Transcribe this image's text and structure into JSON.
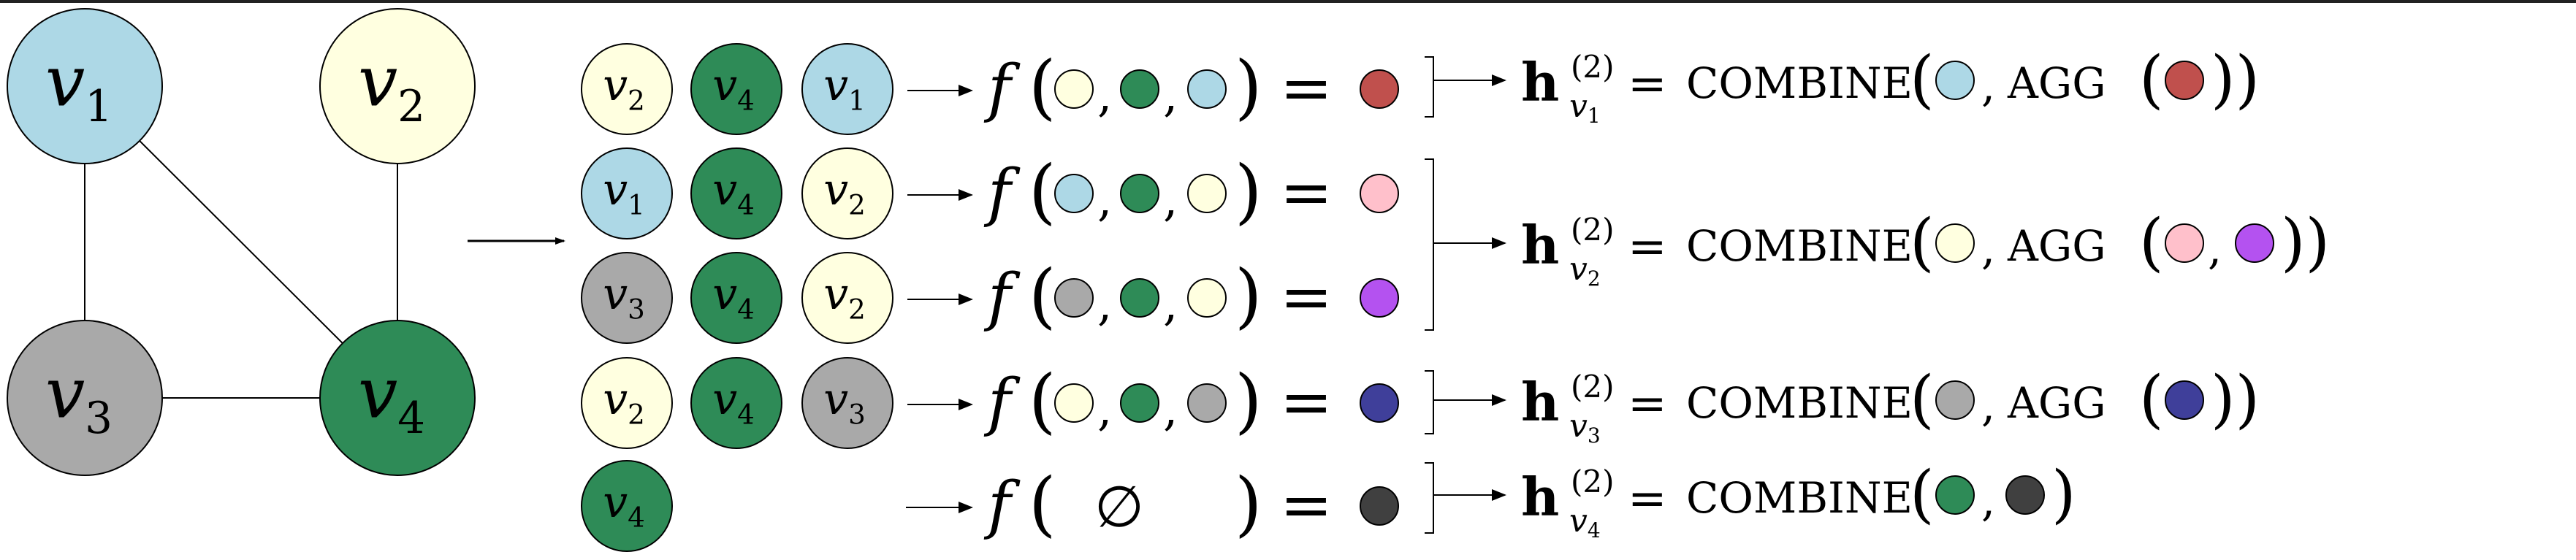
{
  "colors": {
    "v1": "#add8e6",
    "v2": "#ffffe0",
    "v3": "#a9a9a9",
    "v4": "#2e8b57",
    "m1": "#c0504d",
    "m2": "#ffc0cb",
    "m3": "#b452f0",
    "m4": "#3f3f9a",
    "m5": "#404040"
  },
  "graph": {
    "nodes": [
      {
        "id": "v1",
        "sym": "v",
        "sub": "1"
      },
      {
        "id": "v2",
        "sym": "v",
        "sub": "2"
      },
      {
        "id": "v3",
        "sym": "v",
        "sub": "3"
      },
      {
        "id": "v4",
        "sym": "v",
        "sub": "4"
      }
    ],
    "edges": [
      [
        "v1",
        "v3"
      ],
      [
        "v1",
        "v4"
      ],
      [
        "v2",
        "v4"
      ],
      [
        "v3",
        "v4"
      ]
    ]
  },
  "rows": [
    {
      "tuple": [
        "v2",
        "v4",
        "v1"
      ],
      "f_args": [
        "v2",
        "v4",
        "v1"
      ],
      "result": "m1"
    },
    {
      "tuple": [
        "v1",
        "v4",
        "v2"
      ],
      "f_args": [
        "v1",
        "v4",
        "v2"
      ],
      "result": "m2"
    },
    {
      "tuple": [
        "v3",
        "v4",
        "v2"
      ],
      "f_args": [
        "v3",
        "v4",
        "v2"
      ],
      "result": "m3"
    },
    {
      "tuple": [
        "v2",
        "v4",
        "v3"
      ],
      "f_args": [
        "v2",
        "v4",
        "v3"
      ],
      "result": "m4"
    },
    {
      "tuple": [
        "v4"
      ],
      "f_args": [],
      "result": "m5"
    }
  ],
  "labels": {
    "f": "f",
    "empty_set": "∅",
    "equals": "=",
    "comma": ",",
    "combine": "COMBINE",
    "agg": "AGG",
    "h": "h",
    "superscript": "(2)"
  },
  "combines": [
    {
      "node_sub": "1",
      "self": "v1",
      "agg": [
        "m1"
      ]
    },
    {
      "node_sub": "2",
      "self": "v2",
      "agg": [
        "m2",
        "m3"
      ]
    },
    {
      "node_sub": "3",
      "self": "v3",
      "agg": [
        "m4"
      ]
    },
    {
      "node_sub": "4",
      "self": "v4",
      "agg": null,
      "msg": "m5"
    }
  ]
}
